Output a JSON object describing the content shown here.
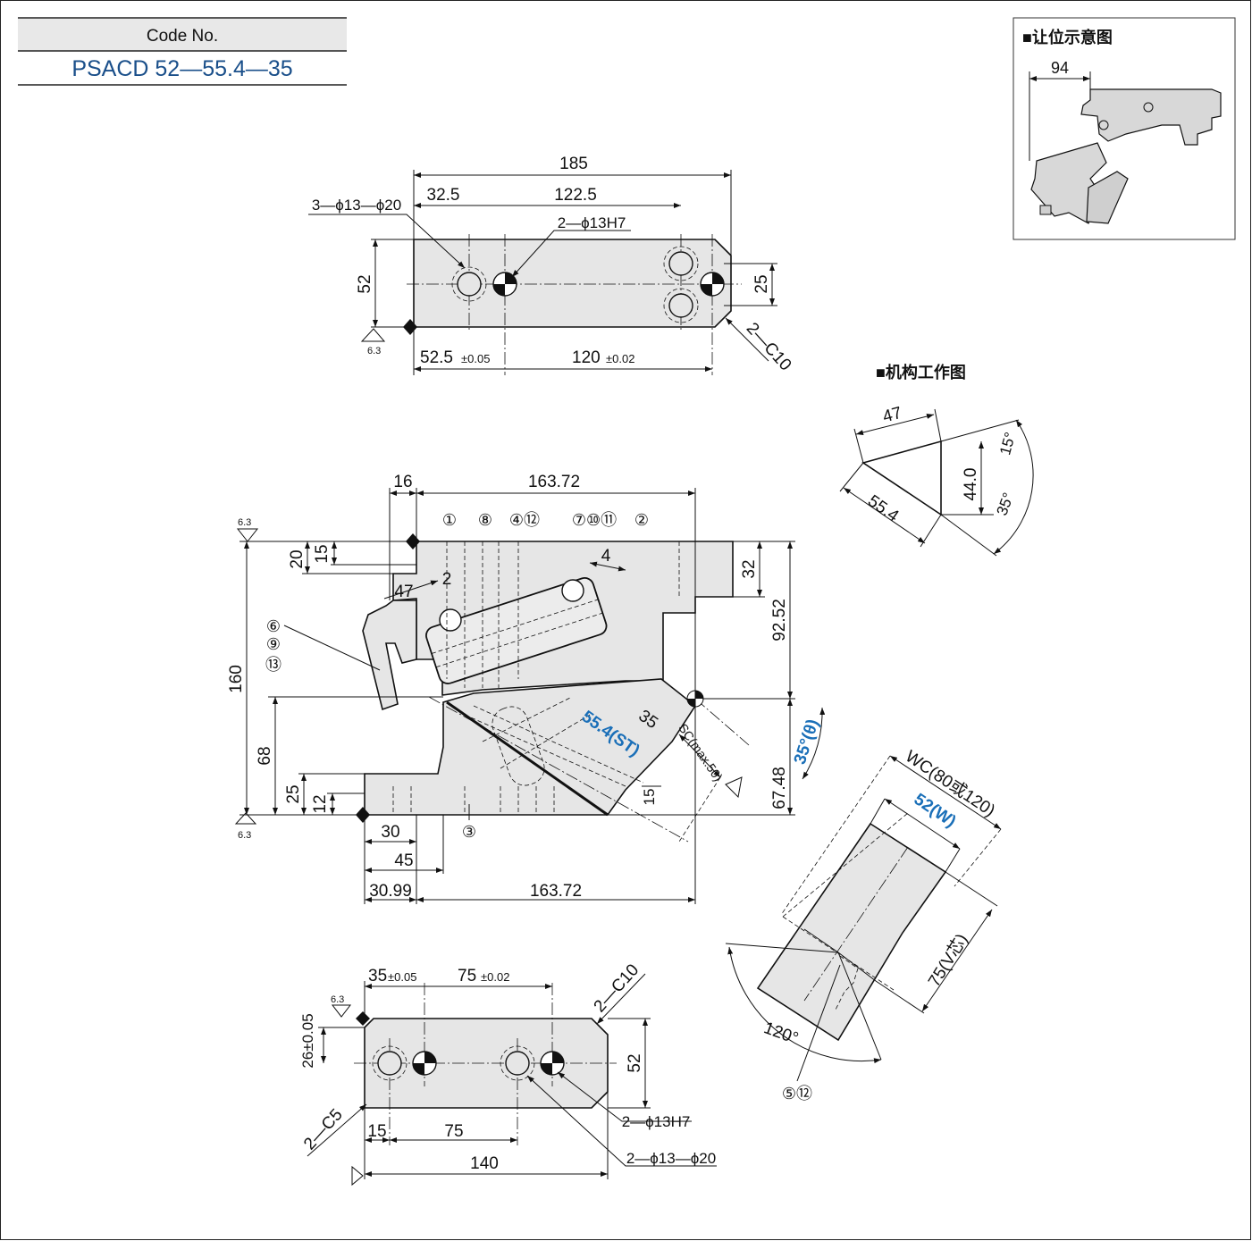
{
  "header": {
    "code_label": "Code No.",
    "code_value": "PSACD 52—55.4—35"
  },
  "clearance_box": {
    "title": "■让位示意图",
    "dim": "94"
  },
  "mechanism": {
    "title": "■机构工作图",
    "d47": "47",
    "d554": "55.4",
    "d440": "44.0",
    "a15": "15°",
    "a35": "35°"
  },
  "top_view": {
    "d185": "185",
    "d325": "32.5",
    "d1225": "122.5",
    "holes": "3—ϕ13—ϕ20",
    "pins": "2—ϕ13H7",
    "d52": "52",
    "d25": "25",
    "chamfer": "2—C10",
    "d525": "52.5",
    "tol005": "±0.05",
    "d120": "120",
    "tol002": "±0.02",
    "rough": "6.3"
  },
  "front_view": {
    "d16": "16",
    "d16372": "163.72",
    "d20": "20",
    "d15": "15",
    "d47": "47",
    "d2": "2",
    "d4": "4",
    "d32": "32",
    "d9252": "92.52",
    "d160": "160",
    "d68": "68",
    "d25": "25",
    "d12": "12",
    "d30": "30",
    "d45": "45",
    "d3099": "30.99",
    "d16372b": "163.72",
    "d6748": "67.48",
    "d35": "35",
    "d15b": "15",
    "st": "55.4(ST)",
    "sc": "SC(max.50)",
    "theta": "35°(θ)",
    "b1": "①",
    "b8": "⑧",
    "b412": "④⑫",
    "b71011": "⑦⑩⑪",
    "b2": "②",
    "b6": "⑥",
    "b9": "⑨",
    "b13": "⑬",
    "b3": "③"
  },
  "wedge_view": {
    "wc": "WC(80或120)",
    "w": "52(W)",
    "v": "75(V芯)",
    "angle": "120°",
    "b512": "⑤⑫"
  },
  "bottom_view": {
    "d35": "35",
    "tol005": "±0.05",
    "d75": "75",
    "tol002": "±0.02",
    "chamfer": "2—C10",
    "d26": "26±0.05",
    "d52": "52",
    "c5": "2—C5",
    "d15": "15",
    "d75b": "75",
    "d140": "140",
    "pins": "2—ϕ13H7",
    "holes": "2—ϕ13—ϕ20"
  }
}
